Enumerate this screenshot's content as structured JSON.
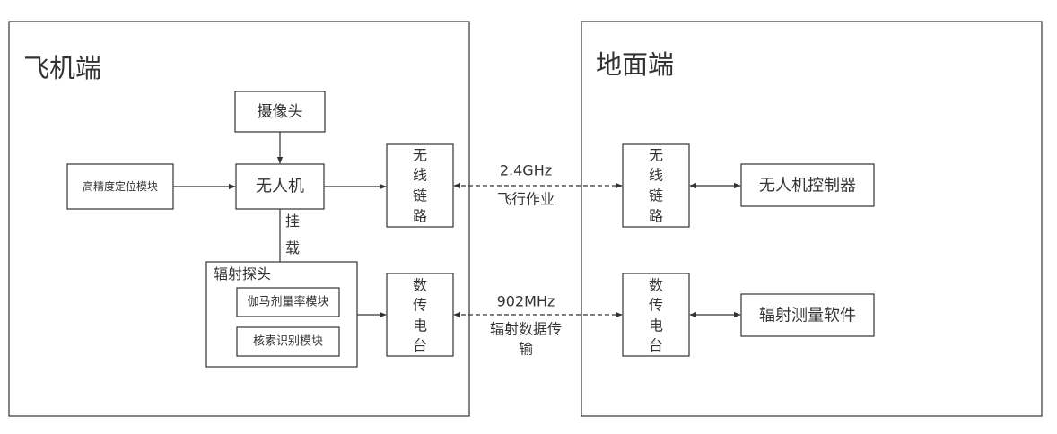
{
  "air_side": {
    "title": "飞机端",
    "camera": "摄像头",
    "drone": "无人机",
    "gps": "高精度定位模块",
    "mount": [
      "挂",
      "载"
    ],
    "probe": {
      "title": "辐射探头",
      "gamma": "伽马剂量率模块",
      "nuclide": "核素识别模块"
    },
    "wireless": [
      "无",
      "线",
      "链",
      "路"
    ],
    "radio": [
      "数",
      "传",
      "电",
      "台"
    ]
  },
  "ground_side": {
    "title": "地面端",
    "wireless": [
      "无",
      "线",
      "链",
      "路"
    ],
    "radio": [
      "数",
      "传",
      "电",
      "台"
    ],
    "controller": "无人机控制器",
    "software": "辐射测量软件"
  },
  "links": {
    "wireless_freq": "2.4GHz",
    "wireless_desc": "飞行作业",
    "radio_freq": "902MHz",
    "radio_desc": [
      "辐射数据传",
      "输"
    ]
  }
}
